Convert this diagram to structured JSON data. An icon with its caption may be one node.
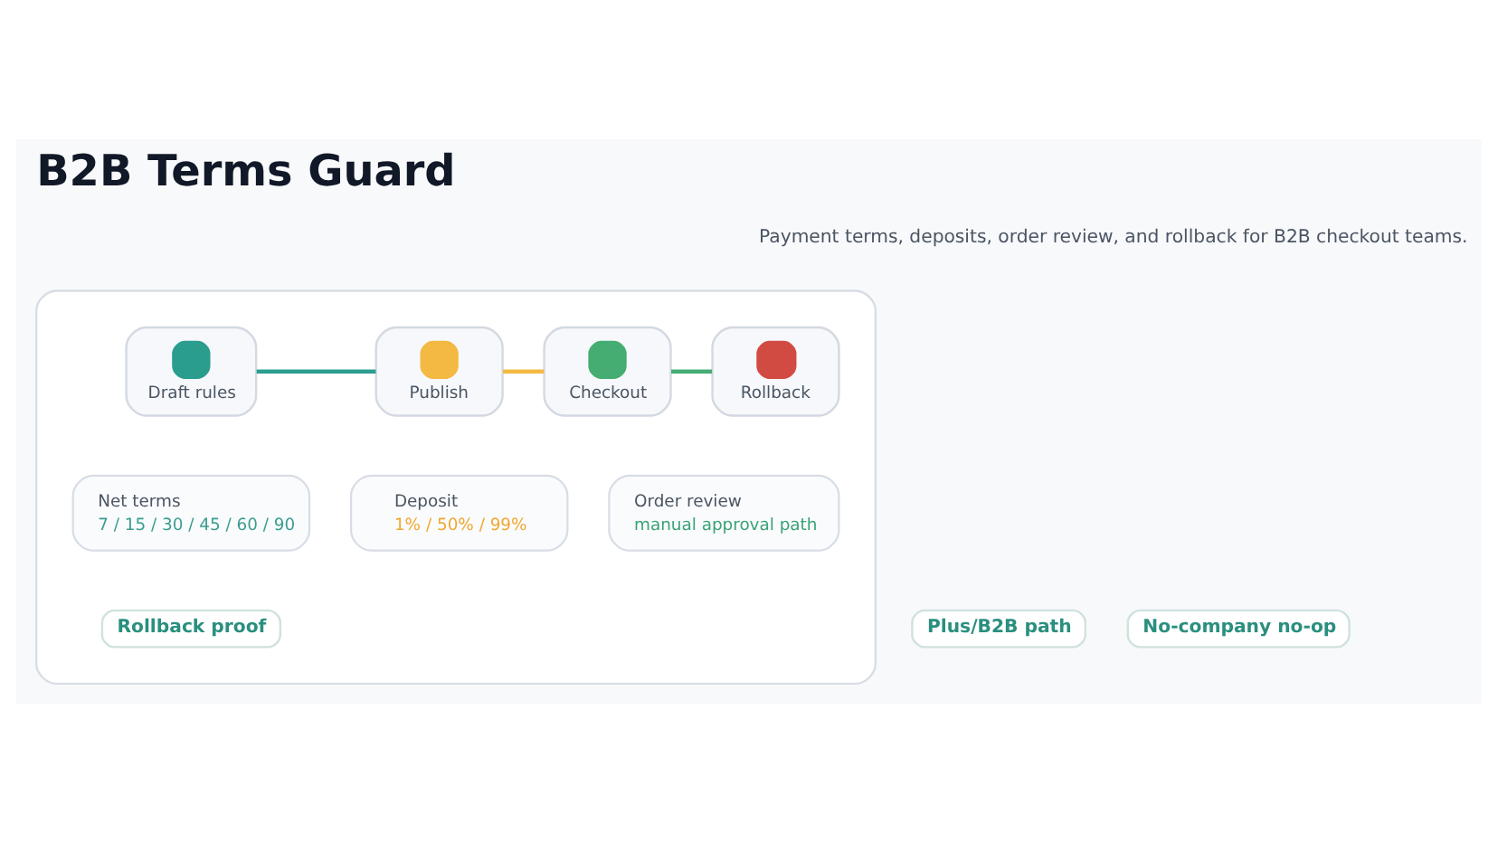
{
  "diagram": {
    "title": "B2B Terms Guard",
    "nodes": [
      {
        "text": [],
        "shape": "box"
      },
      {
        "text": [
          "Draft rules"
        ],
        "in": 0
      },
      {
        "text": [
          "Publish"
        ],
        "in": 0
      },
      {
        "text": [
          "Checkout"
        ],
        "in": 0
      },
      {
        "text": [
          "Rollback"
        ],
        "in": 0
      },
      {
        "text": [
          "Net terms",
          "7 / 15 / 30 / 45 / 60 / 90"
        ],
        "in": 0
      },
      {
        "text": [
          "Deposit",
          "1% / 50% / 99%"
        ],
        "in": 0
      },
      {
        "text": [
          "Order review",
          "manual approval path"
        ],
        "in": 0
      },
      {
        "text": [
          "Plus/B2B path"
        ]
      },
      {
        "text": [
          "No-company no-op"
        ]
      },
      {
        "text": [
          "Rollback proof"
        ],
        "in": 0
      }
    ],
    "edges": [
      {
        "from": 1,
        "to": 2,
        "arrow": "none",
        "color": "#2a9d8f"
      },
      {
        "from": 2,
        "to": 3,
        "arrow": "none",
        "color": "#f4b942"
      },
      {
        "from": 3,
        "to": 4,
        "arrow": "none",
        "color": "#45ad72"
      }
    ],
    "labels": [
      "Payment terms, deposits, order review, and rollback for B2B checkout teams."
    ]
  }
}
